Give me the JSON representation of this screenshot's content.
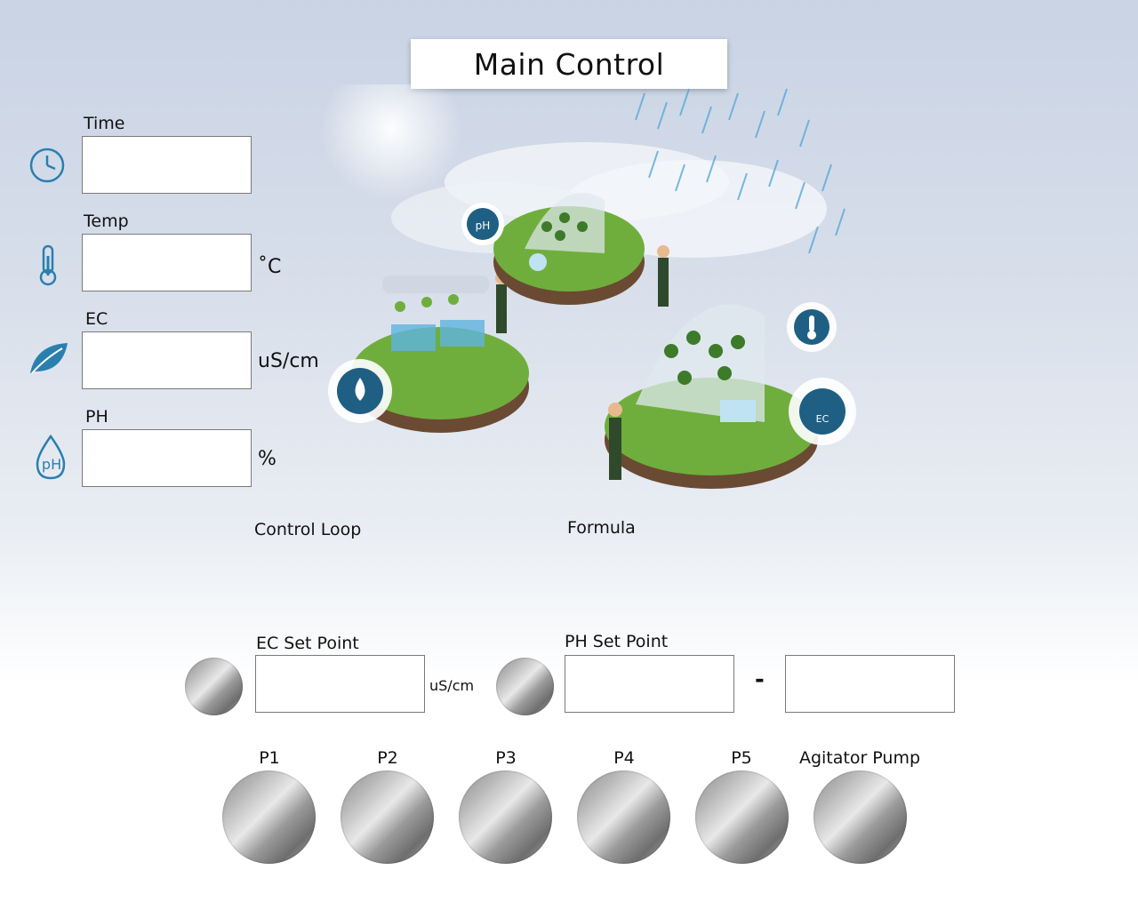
{
  "header": {
    "title": "Main Control"
  },
  "readings": [
    {
      "label": "Time",
      "icon": "clock-icon",
      "value": "",
      "unit": ""
    },
    {
      "label": "Temp",
      "icon": "thermometer-icon",
      "value": "",
      "unit": "˚C"
    },
    {
      "label": "EC",
      "icon": "leaf-icon",
      "value": "",
      "unit": "uS/cm"
    },
    {
      "label": "PH",
      "icon": "ph-drop-icon",
      "value": "",
      "unit": "%"
    }
  ],
  "links": {
    "control_loop": "Control Loop",
    "formula": "Formula"
  },
  "setpoints": {
    "ec_label": "EC Set Point",
    "ec_value": "",
    "ec_unit": "uS/cm",
    "ph_label": "PH Set Point",
    "ph_min": "",
    "ph_separator": "-",
    "ph_max": ""
  },
  "pumps": [
    {
      "label": "P1"
    },
    {
      "label": "P2"
    },
    {
      "label": "P3"
    },
    {
      "label": "P4"
    },
    {
      "label": "P5"
    },
    {
      "label": "Agitator Pump"
    }
  ],
  "colors": {
    "accent": "#1f5f84",
    "icon_blue": "#2a7fae",
    "field_border": "#7a7a7a"
  }
}
